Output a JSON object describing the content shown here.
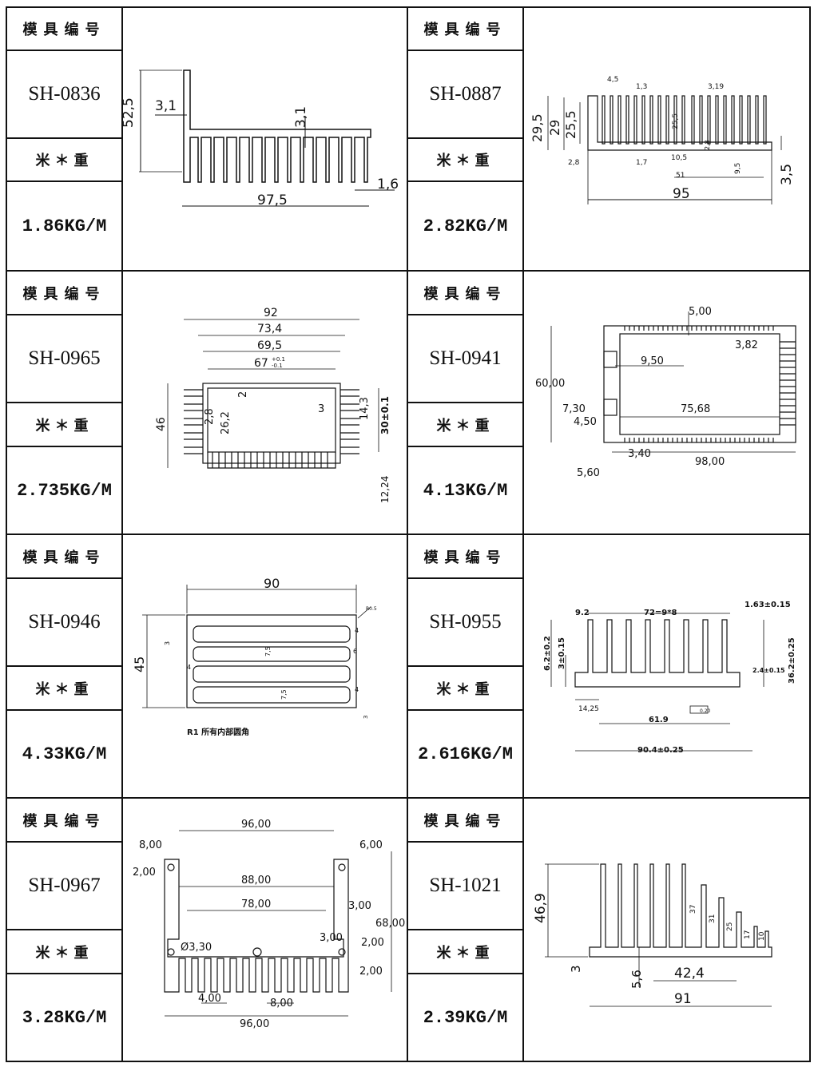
{
  "header_label": "模具编号",
  "weight_label": "米＊重",
  "profiles": [
    {
      "code": "SH-0836",
      "weight": "1.86KG/M",
      "dims": {
        "height": "52,5",
        "wall": "3,1",
        "fin": "3,1",
        "width": "97,5",
        "tip": "1,6"
      }
    },
    {
      "code": "SH-0887",
      "weight": "2.82KG/M",
      "dims": {
        "h1": "29,5",
        "h2": "29",
        "h3": "25,5",
        "pitch": "4,5",
        "fin": "1,3",
        "gap": "3,19",
        "inner": "25,5",
        "base_gap": "2,8",
        "fin2": "1,7",
        "slot": "10,5",
        "tab": "2,8",
        "span": "51",
        "base": "9,5",
        "width": "95",
        "thk": "3,5"
      }
    },
    {
      "code": "SH-0965",
      "weight": "2.735KG/M",
      "dims": {
        "w1": "92",
        "w2": "73,4",
        "w3": "69,5",
        "w4": "67",
        "tol_up": "+0.1",
        "tol_dn": "-0.1",
        "h": "46",
        "a": "2,8",
        "b": "26,2",
        "c": "2",
        "d": "3",
        "e": "14,3",
        "f": "30±0.1",
        "g": "12,24"
      }
    },
    {
      "code": "SH-0941",
      "weight": "4.13KG/M",
      "dims": {
        "top": "5,00",
        "slot": "9,50",
        "edge": "3,82",
        "h": "60,00",
        "a": "7,30",
        "b": "4,50",
        "inner": "75,68",
        "c": "3,40",
        "width": "98,00",
        "d": "5,60"
      }
    },
    {
      "code": "SH-0946",
      "weight": "4.33KG/M",
      "dims": {
        "width": "90",
        "h": "45",
        "t1": "3",
        "t2": "4",
        "t3": "6",
        "t4": "7,5",
        "r": "R0.5",
        "note": "R1 所有内部圆角"
      }
    },
    {
      "code": "SH-0955",
      "weight": "2.616KG/M",
      "dims": {
        "a": "9.2",
        "pitch": "72=9*8",
        "fin": "1.63±0.15",
        "h1": "6.2±0.2",
        "h2": "3±0.15",
        "h3": "36.2±0.25",
        "b": "2.4±0.15",
        "c": "14,25",
        "d": "61.9",
        "flat": "0.20",
        "width": "90.4±0.25"
      }
    },
    {
      "code": "SH-0967",
      "weight": "3.28KG/M",
      "dims": {
        "top": "96,00",
        "a": "8,00",
        "b": "6,00",
        "c": "2,00",
        "d": "88,00",
        "e": "78,00",
        "f": "3,00",
        "h": "68,00",
        "g": "3,00",
        "hole": "Ø3,30",
        "i": "2,00",
        "j": "2,00",
        "k": "4,00",
        "l": "8,00",
        "bottom": "96,00"
      }
    },
    {
      "code": "SH-1021",
      "weight": "2.39KG/M",
      "dims": {
        "h": "46,9",
        "f1": "37",
        "f2": "31",
        "f3": "25",
        "f4": "17",
        "f5": "10",
        "base": "3",
        "b": "5,6",
        "span": "42,4",
        "width": "91"
      }
    }
  ]
}
